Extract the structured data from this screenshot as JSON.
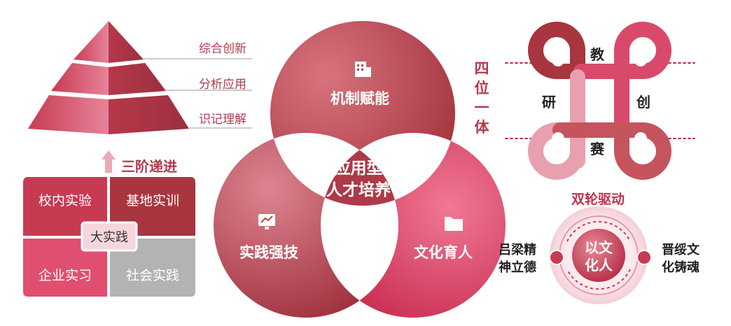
{
  "pyramid": {
    "levels": [
      "综合创新",
      "分析应用",
      "识记理解"
    ],
    "arrow_label": "三阶递进"
  },
  "practice": {
    "cells": [
      "校内实验",
      "基地实训",
      "企业实习",
      "社会实践"
    ],
    "center": "大实践"
  },
  "venn": {
    "top": {
      "label": "机制赋能",
      "icon": "building-icon"
    },
    "left": {
      "label": "实践强技",
      "icon": "monitor-chart-icon"
    },
    "right": {
      "label": "文化育人",
      "icon": "folder-icon"
    },
    "center": [
      "应用型",
      "人才培养"
    ]
  },
  "four_in_one": {
    "title_chars": [
      "四",
      "位",
      "一",
      "体"
    ],
    "labels": {
      "top": "教",
      "right": "创",
      "bottom": "赛",
      "left": "研"
    }
  },
  "dual_wheel": {
    "title": "双轮驱动",
    "center": [
      "以文",
      "化人"
    ],
    "left_text": [
      "吕梁精",
      "神立德"
    ],
    "right_text": [
      "晋绥文",
      "化铸魂"
    ]
  },
  "colors": {
    "primary": "#c73b52",
    "dark": "#a8353f",
    "light": "#e8a9b6",
    "grey": "#b3b3b3"
  }
}
